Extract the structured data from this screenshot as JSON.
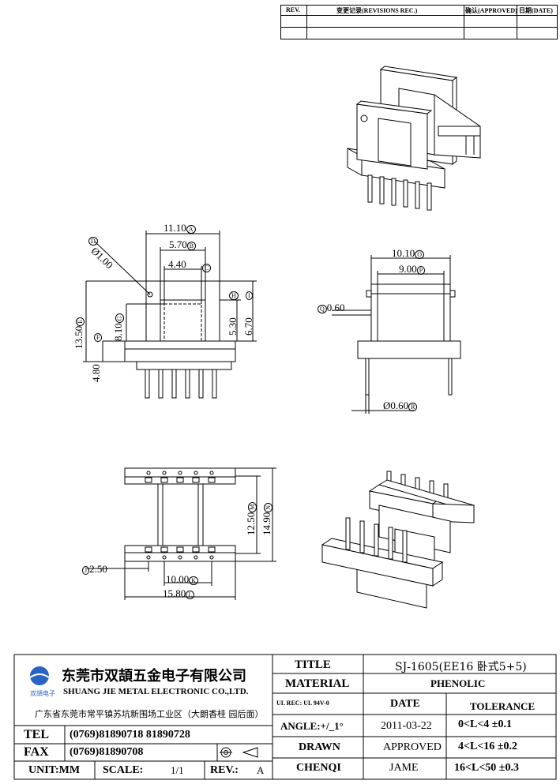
{
  "revision_block": {
    "headers": {
      "rev": "REV.",
      "revisions": "变更记录(REVISIONS REC.)",
      "approved": "确认(APPROVED)",
      "date": "日期(DATE)"
    }
  },
  "dimensions": {
    "d_1_00": "1.00",
    "d_11_10": "11.10",
    "d_5_70": "5.70",
    "d_4_40": "4.40",
    "d_13_50": "13.50",
    "d_8_10": "8.10",
    "d_4_80": "4.80",
    "d_5_30": "5.30",
    "d_6_70": "6.70",
    "d_10_10": "10.10",
    "d_9_00": "9.00",
    "d_0_60": "0.60",
    "d_pin_0_60": "0.60",
    "d_12_50": "12.50",
    "d_14_90": "14.90",
    "d_2_50": "2.50",
    "d_10_00": "10.00",
    "d_15_80": "15.80"
  },
  "dimension_markers": {
    "A": "A",
    "B": "B",
    "C": "C",
    "D": "D",
    "E": "E",
    "F": "F",
    "G": "G",
    "H": "H",
    "I": "I",
    "J": "J",
    "K": "K",
    "L": "L",
    "M": "M",
    "N": "N",
    "O": "O",
    "P": "P",
    "Q": "Q",
    "R": "R"
  },
  "symbols": {
    "phi": "Ø"
  },
  "company": {
    "name_cn": "东莞市双頡五金电子有限公司",
    "name_en": "SHUANG JIE METAL ELECTRONIC CO.,LTD.",
    "logo_text": "双頡电子",
    "address": "广东省东莞市常平镇苏坑新围场工业区（大朗香桂 园后面）"
  },
  "contact": {
    "tel_label": "TEL",
    "tel_value": "(0769)81890718  81890728",
    "fax_label": "FAX",
    "fax_value": "(0769)81890708"
  },
  "footer": {
    "unit_label": "UNIT:MM",
    "scale_label": "SCALE:",
    "scale_value": "1/1",
    "rev_label": "REV.:",
    "rev_value": "A"
  },
  "title_block": {
    "title_label": "TITLE",
    "title_value": "SJ-1605(EE16 卧式5+5)",
    "material_label": "MATERIAL",
    "material_value": "PHENOLIC",
    "ul_label": "UL REC: UL 94V-0",
    "date_label": "DATE",
    "tolerance_label": "TOLERANCE",
    "angle_label": "ANGLE:+/_1°",
    "date_value": "2011-03-22",
    "tol_1": "0<L<4  ±0.1",
    "drawn_label": "DRAWN",
    "approved_label": "APPROVED",
    "tol_2": "4<L<16  ±0.2",
    "drawn_name": "CHENQI",
    "approved_name": "JAME",
    "tol_3": "16<L<50 ±0.3"
  },
  "colors": {
    "line": "#000000",
    "logo_blue": "#2a63c4"
  }
}
